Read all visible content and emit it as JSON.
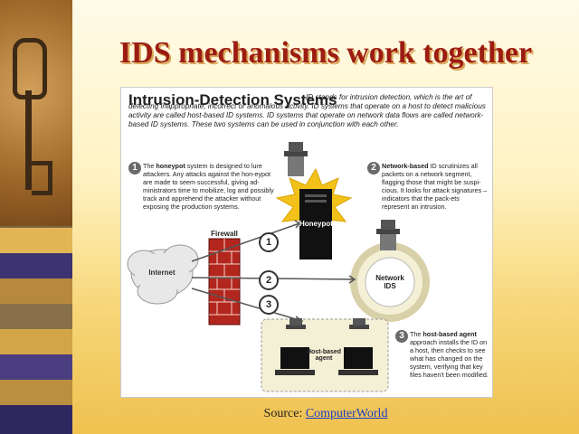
{
  "slide": {
    "title": "IDS mechanisms work together",
    "source_label": "Source: ",
    "source_link": "ComputerWorld"
  },
  "figure": {
    "heading": "Intrusion-Detection Systems",
    "intro": "ID stands for intrusion detection, which is the art of detecting inappropriate, incorrect or anomalous activity. ID systems that operate on a host to detect malicious activity are called host-based ID systems. ID systems that operate on network data flows are called network-based ID systems. These two systems can be used in conjunction with each other.",
    "notes": [
      {
        "num": "1",
        "bold": "honeypot",
        "pre": "The ",
        "post": " system is designed to lure attackers.  Any attacks against the hon-eypot are made to seem successful, giving ad-ministrators time to mobilize, log and possibly track and apprehend the attacker without exposing the production systems."
      },
      {
        "num": "2",
        "bold": "Network-based",
        "pre": "",
        "post": " ID scrutinizes all packets on a network segment, flagging those that might be suspi-cious. It looks for attack signatures – indicators that the pack-ets represent an intrusion."
      },
      {
        "num": "3",
        "bold": "host-based agent",
        "pre": "The ",
        "post": " approach installs the ID on a host, then checks to see what has changed on the system, verifying that key files haven't been modified."
      }
    ],
    "labels": {
      "firewall": "Firewall",
      "internet": "Internet",
      "honeypot": "Honeypot",
      "network_ids": "Network IDS",
      "host_agent": "Host-based agent"
    },
    "flow_numbers": [
      "1",
      "2",
      "3"
    ]
  },
  "colors": {
    "title": "#9c1c12",
    "link": "#1a3cc8",
    "firewall_brick": "#b3261e",
    "honeypot_burst": "#f2c21a"
  }
}
